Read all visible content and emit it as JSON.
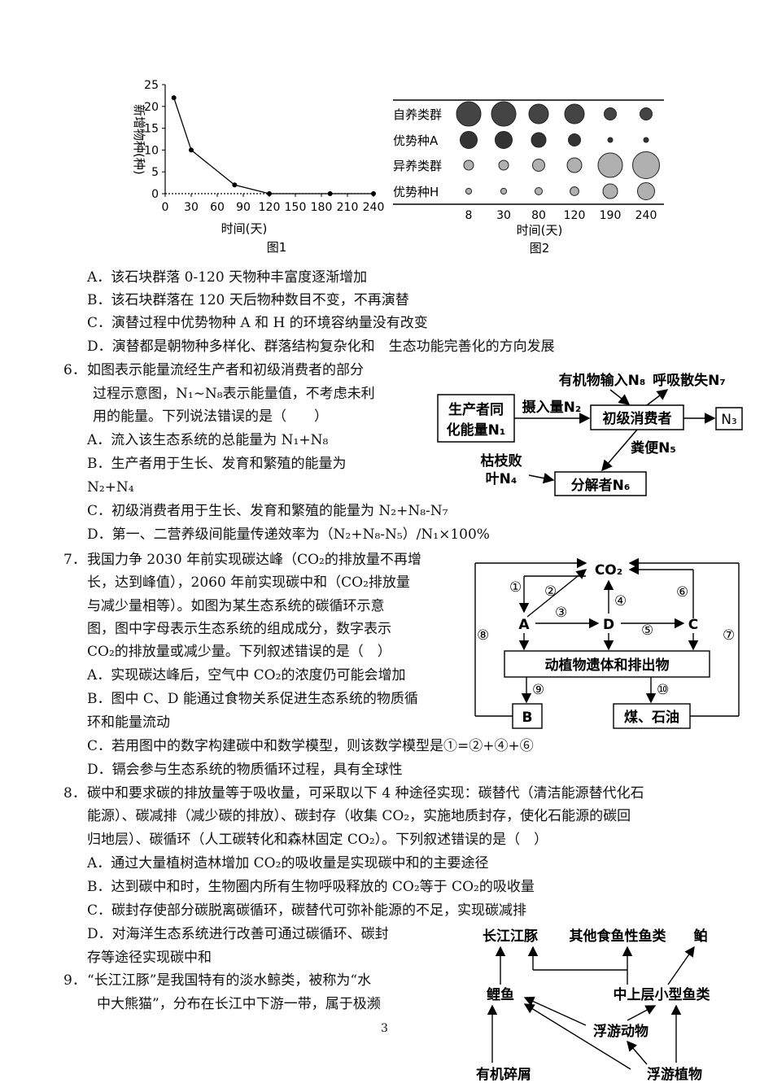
{
  "fig1": {
    "ylabel": "新增物种(种)",
    "xlabel": "时间(天)",
    "caption": "图1",
    "yticks": [
      "0",
      "5",
      "10",
      "15",
      "20",
      "25"
    ],
    "xticks": [
      "0",
      "30",
      "60",
      "90",
      "120",
      "150",
      "180",
      "210",
      "240"
    ]
  },
  "chart_data": [
    {
      "type": "line",
      "xlabel": "时间(天)",
      "ylabel": "新增物种(种)",
      "x": [
        10,
        30,
        80,
        120,
        190,
        240
      ],
      "values": [
        22,
        10,
        2,
        0,
        0,
        0
      ],
      "xlim": [
        0,
        240
      ],
      "ylim": [
        0,
        25
      ]
    },
    {
      "type": "scatter",
      "xlabel": "时间(天)",
      "categories": [
        "8",
        "30",
        "80",
        "120",
        "190",
        "240"
      ],
      "series": [
        {
          "name": "自养类群",
          "sizes": [
            5,
            5,
            4,
            4,
            2.5,
            2.5
          ],
          "color": "#444444"
        },
        {
          "name": "优势种A",
          "sizes": [
            3.5,
            3.5,
            3,
            2.5,
            1,
            1
          ],
          "color": "#333333"
        },
        {
          "name": "异养类群",
          "sizes": [
            2,
            2,
            2.5,
            3,
            5,
            5.5
          ],
          "color": "#b0b0b0"
        },
        {
          "name": "优势种H",
          "sizes": [
            1.2,
            1.2,
            1.5,
            1.8,
            3,
            3.5
          ],
          "color": "#b0b0b0"
        }
      ]
    }
  ],
  "fig2": {
    "rows": [
      "自养类群",
      "优势种A",
      "异养类群",
      "优势种H"
    ],
    "xticks": [
      "8",
      "30",
      "80",
      "120",
      "190",
      "240"
    ],
    "xlabel": "时间(天)",
    "caption": "图2"
  },
  "q5": {
    "A": "A．该石块群落 0-120 天物种丰富度逐渐增加",
    "B": "B．该石块群落在 120 天后物种数目不变，不再演替",
    "C": "C．演替过程中优势物种 A 和 H 的环境容纳量没有改变",
    "D": "D．演替都是朝物种多样化、群落结构复杂化和　生态功能完善化的方向发展"
  },
  "q6": {
    "num": "6．",
    "stem1": "如图表示能量流经生产者和初级消费者的部分",
    "stem2": "过程示意图，N₁~N₈表示能量值，不考虑未利",
    "stem3": "用的能量。下列说法错误的是（　　）",
    "A": "A．流入该生态系统的总能量为 N₁+N₈",
    "B1": "B．生产者用于生长、发育和繁殖的能量为",
    "B2": "N₂+N₄",
    "C": "C．初级消费者用于生长、发育和繁殖的能量为 N₂+N₈-N₇",
    "D": "D．第一、二营养级间能量传递效率为（N₂+N₈-N₅）/N₁×100%",
    "diagram": {
      "producer_l1": "生产者同",
      "producer_l2": "化能量N₁",
      "intake": "摄入量N₂",
      "consumer": "初级消费者",
      "organic": "有机物输入N₈",
      "respiration": "呼吸散失N₇",
      "n3": "N₃",
      "feces": "粪便N₅",
      "litter_l1": "枯枝败",
      "litter_l2": "叶N₄",
      "decomposer": "分解者N₆"
    }
  },
  "q7": {
    "num": "7．",
    "stem1": "我国力争 2030 年前实现碳达峰（CO₂的排放量不再增",
    "stem2": "长，达到峰值），2060 年前实现碳中和（CO₂排放量",
    "stem3": "与减少量相等）。如图为某生态系统的碳循环示意",
    "stem4": "图，图中字母表示生态系统的组成成分，数字表示",
    "stem5": "CO₂的排放量或减少量。下列叙述错误的是（　）",
    "A": "A．实现碳达峰后，空气中 CO₂的浓度仍可能会增加",
    "B1": "B．图中 C、D 能通过食物关系促进生态系统的物质循",
    "B2": "环和能量流动",
    "C": "C．若用图中的数字构建碳中和数学模型，则该数学模型是①=②+④+⑥",
    "D": "D．镉会参与生态系统的物质循环过程，具有全球性",
    "diagram": {
      "co2": "CO₂",
      "a": "A",
      "d": "D",
      "c": "C",
      "b": "B",
      "remains": "动植物遗体和排出物",
      "coal": "煤、石油",
      "n1": "①",
      "n2": "②",
      "n3": "③",
      "n4": "④",
      "n5": "⑤",
      "n6": "⑥",
      "n7": "⑦",
      "n8": "⑧",
      "n9": "⑨",
      "n10": "⑩"
    }
  },
  "q8": {
    "num": "8．",
    "stem1": "碳中和要求碳的排放量等于吸收量，可采取以下 4 种途径实现：碳替代（清洁能源替代化石",
    "stem2": "能源）、碳减排（减少碳的排放）、碳封存（收集 CO₂，实施地质封存，使化石能源的碳回",
    "stem3": "归地层）、碳循环（人工碳转化和森林固定 CO₂）。下列叙述错误的是（　）",
    "A": "A．通过大量植树造林增加 CO₂的吸收量是实现碳中和的主要途径",
    "B": "B．达到碳中和时，生物圈内所有生物呼吸释放的 CO₂等于 CO₂的吸收量",
    "C": "C．碳封存使部分碳脱离碳循环，碳替代可弥补能源的不足，实现碳减排",
    "D1": "D．对海洋生态系统进行改善可通过碳循环、碳封",
    "D2": "存等途径实现碳中和"
  },
  "q9": {
    "num": "9．",
    "stem1": "“长江江豚”是我国特有的淡水鲸类，被称为“水",
    "stem2": "中大熊猫”，分布在长江中下游一带，属于极濒",
    "diagram": {
      "porpoise": "长江江豚",
      "predfish": "其他食鱼性鱼类",
      "bao": "鲌",
      "carp": "鲤鱼",
      "smallfish": "中上层小型鱼类",
      "zoo": "浮游动物",
      "detritus": "有机碎屑",
      "phyto": "浮游植物"
    }
  },
  "page_number": "3"
}
